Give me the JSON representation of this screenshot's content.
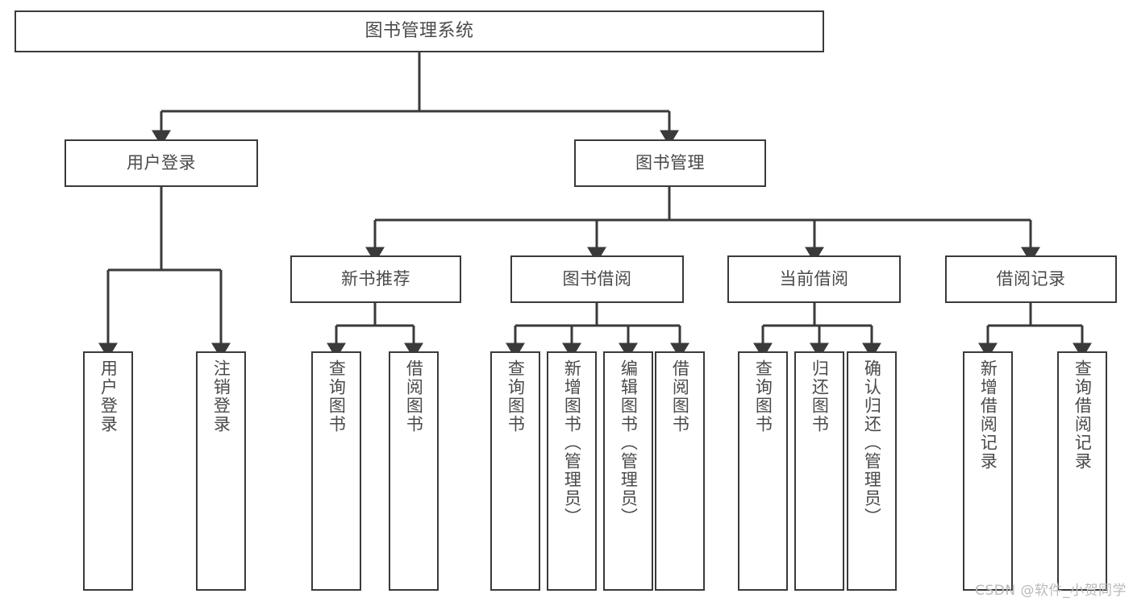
{
  "diagram": {
    "title": "图书管理系统",
    "type": "hierarchy-tree",
    "orientation": "top-down",
    "nodes": {
      "root": {
        "label": "图书管理系统"
      },
      "level2": [
        {
          "id": "user-login",
          "label": "用户登录"
        },
        {
          "id": "book-management",
          "label": "图书管理"
        }
      ],
      "level3": [
        {
          "id": "new-book-recommend",
          "label": "新书推荐"
        },
        {
          "id": "book-borrow",
          "label": "图书借阅"
        },
        {
          "id": "current-borrow",
          "label": "当前借阅"
        },
        {
          "id": "borrow-record",
          "label": "借阅记录"
        }
      ],
      "leaves": {
        "user-login": [
          {
            "id": "leaf-user-login",
            "label": "用户登录"
          },
          {
            "id": "leaf-logout-login",
            "label": "注销登录"
          }
        ],
        "new-book-recommend": [
          {
            "id": "leaf-query-book-1",
            "label": "查询图书"
          },
          {
            "id": "leaf-borrow-book-1",
            "label": "借阅图书"
          }
        ],
        "book-borrow": [
          {
            "id": "leaf-query-book-2",
            "label": "查询图书"
          },
          {
            "id": "leaf-add-book",
            "label": "新增图书（管理员）"
          },
          {
            "id": "leaf-edit-book",
            "label": "编辑图书（管理员）"
          },
          {
            "id": "leaf-borrow-book-2",
            "label": "借阅图书"
          }
        ],
        "current-borrow": [
          {
            "id": "leaf-query-book-3",
            "label": "查询图书"
          },
          {
            "id": "leaf-return-book",
            "label": "归还图书"
          },
          {
            "id": "leaf-confirm-return",
            "label": "确认归还（管理员）"
          }
        ],
        "borrow-record": [
          {
            "id": "leaf-add-borrow-record",
            "label": "新增借阅记录"
          },
          {
            "id": "leaf-query-borrow-record",
            "label": "查询借阅记录"
          }
        ]
      }
    },
    "colors": {
      "box_border": "#3a3a3a",
      "box_fill": "#ffffff",
      "text": "#4a4a4a",
      "edge": "#3a3a3a",
      "watermark": "#b9b9b9"
    }
  },
  "watermark": {
    "text": "CSDN @软件_小贺同学"
  }
}
